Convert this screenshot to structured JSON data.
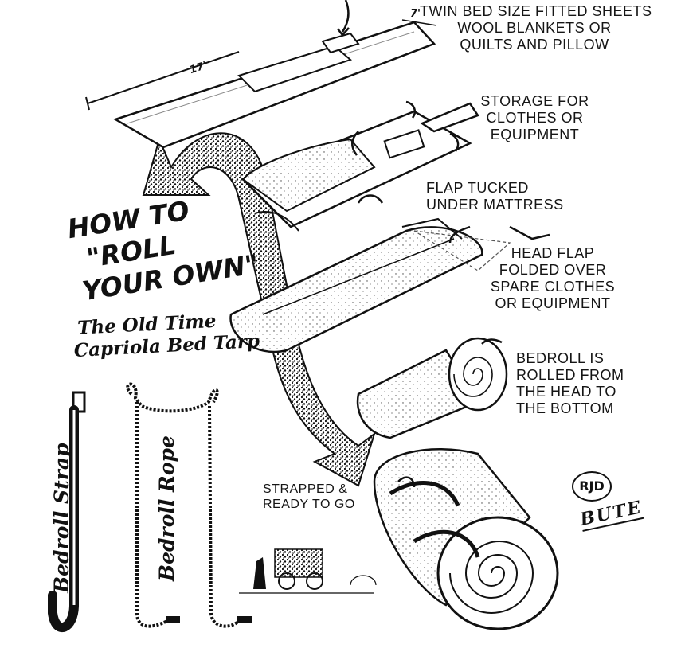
{
  "title": {
    "line1": "HOW TO",
    "line2": "\"ROLL",
    "line3": "YOUR OWN\""
  },
  "subtitle": {
    "line1": "The Old Time",
    "line2": "Capriola Bed Tarp"
  },
  "dimensions": {
    "length": "17'",
    "width": "7'"
  },
  "steps": [
    {
      "lines": [
        "TWIN BED SIZE FITTED SHEETS",
        "WOOL BLANKETS OR",
        "QUILTS AND PILLOW"
      ]
    },
    {
      "lines": [
        "STORAGE FOR",
        "CLOTHES OR",
        "EQUIPMENT"
      ]
    },
    {
      "lines": [
        "FLAP TUCKED",
        "UNDER MATTRESS"
      ]
    },
    {
      "lines": [
        "HEAD FLAP",
        "FOLDED OVER",
        "SPARE CLOTHES",
        "OR EQUIPMENT"
      ]
    },
    {
      "lines": [
        "BEDROLL IS",
        "ROLLED FROM",
        "THE HEAD TO",
        "THE BOTTOM"
      ]
    },
    {
      "lines": [
        "STRAPPED &",
        "READY TO GO"
      ]
    }
  ],
  "tools": {
    "strap": "Bedroll Strap",
    "rope": "Bedroll Rope"
  },
  "signature": {
    "monogram": "RJD",
    "name": "BUTE"
  }
}
